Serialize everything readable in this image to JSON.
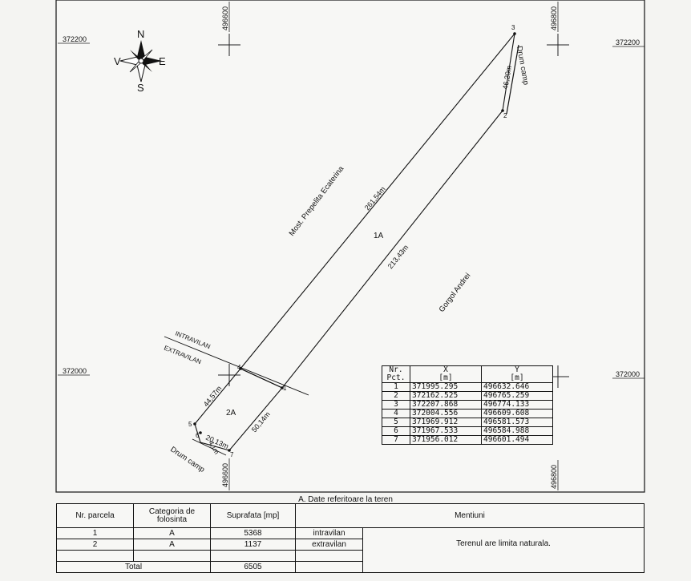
{
  "grid": {
    "x_top": "372200",
    "x_bottom": "372000",
    "y_left": "496600",
    "y_right": "496800"
  },
  "compass": {
    "n": "N",
    "s": "S",
    "e": "E",
    "v": "V"
  },
  "labels": {
    "owner_nw": "Most. Prepelita Ecaterina",
    "owner_se": "Gorgol Andrei",
    "road_ne": "Drum camp",
    "road_sw": "Drum camp",
    "parcel_1": "1A",
    "parcel_2": "2A",
    "intravilan": "INTRAVILAN",
    "extravilan": "EXTRAVILAN"
  },
  "distances": {
    "d_4_3": "261,54m",
    "d_1_2": "213,43m",
    "d_2_3": "46,20m",
    "d_5_4": "44,57m",
    "d_7_1": "50,14m",
    "d_7_5": "20,13m",
    "d_6_5": "4,1m"
  },
  "point_numbers": [
    "1",
    "2",
    "3",
    "4",
    "5",
    "6",
    "7"
  ],
  "coord_table": {
    "headers": {
      "nr": "Nr.",
      "pct": "Pct.",
      "x": "X",
      "x_unit": "[m]",
      "y": "Y",
      "y_unit": "[m]"
    },
    "rows": [
      {
        "nr": "1",
        "x": "371995.295",
        "y": "496632.646"
      },
      {
        "nr": "2",
        "x": "372162.525",
        "y": "496765.259"
      },
      {
        "nr": "3",
        "x": "372207.868",
        "y": "496774.133"
      },
      {
        "nr": "4",
        "x": "372004.556",
        "y": "496609.608"
      },
      {
        "nr": "5",
        "x": "371969.912",
        "y": "496581.573"
      },
      {
        "nr": "6",
        "x": "371967.533",
        "y": "496584.988"
      },
      {
        "nr": "7",
        "x": "371956.012",
        "y": "496601.494"
      }
    ]
  },
  "land_table": {
    "title": "A. Date referitoare la teren",
    "headers": {
      "nr": "Nr. parcela",
      "categoria": "Categoria de folosinta",
      "suprafata": "Suprafata [mp]",
      "mentiuni": "Mentiuni"
    },
    "rows": [
      {
        "nr": "1",
        "categoria": "A",
        "suprafata": "5368",
        "zona": "intravilan"
      },
      {
        "nr": "2",
        "categoria": "A",
        "suprafata": "1137",
        "zona": "extravilan"
      }
    ],
    "total_label": "Total",
    "total_value": "6505",
    "mentiune_text": "Terenul are limita naturala."
  }
}
